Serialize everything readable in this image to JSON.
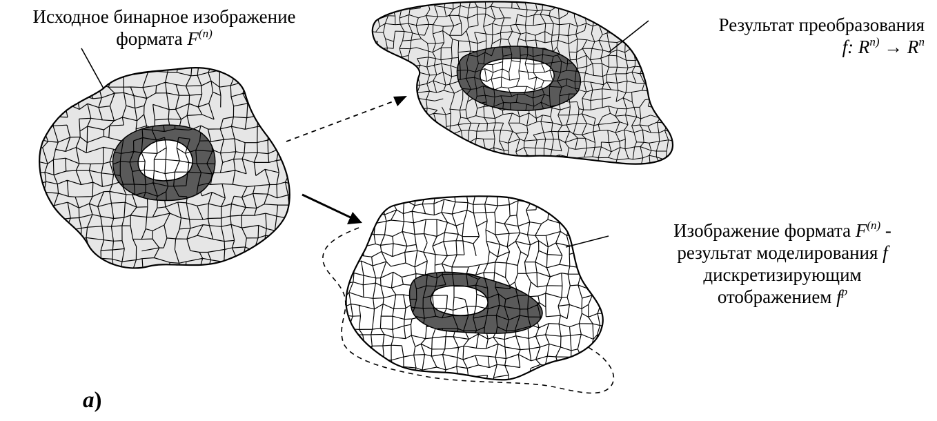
{
  "labels": {
    "source": {
      "line1": "Исходное бинарное  изображение",
      "line2_text": "формата ",
      "line2_sym": "F",
      "line2_sup": "(n)"
    },
    "result": {
      "line1": "Результат  преобразования",
      "f": "f",
      "colon_r": ": R",
      "sup1": "n)",
      "arrow": " → ",
      "r2": "R",
      "sup2": "n"
    },
    "modelled": {
      "line1_text": "Изображение формата ",
      "line1_sym": "F",
      "line1_sup": "(n)",
      "line1_dash": "  -",
      "line2_text": "результат  моделирования ",
      "line2_sym": "f",
      "line3": "дискретизирующим",
      "line4_text": "отображением ",
      "line4_sym": "f",
      "line4_sup": "p"
    },
    "figure": {
      "letter": "a",
      "paren": ")"
    }
  },
  "colors": {
    "mesh_fill": "#e6e6e6",
    "plain_fill": "#ffffff",
    "ring_fill": "#5a5a5a",
    "stroke": "#000000"
  }
}
